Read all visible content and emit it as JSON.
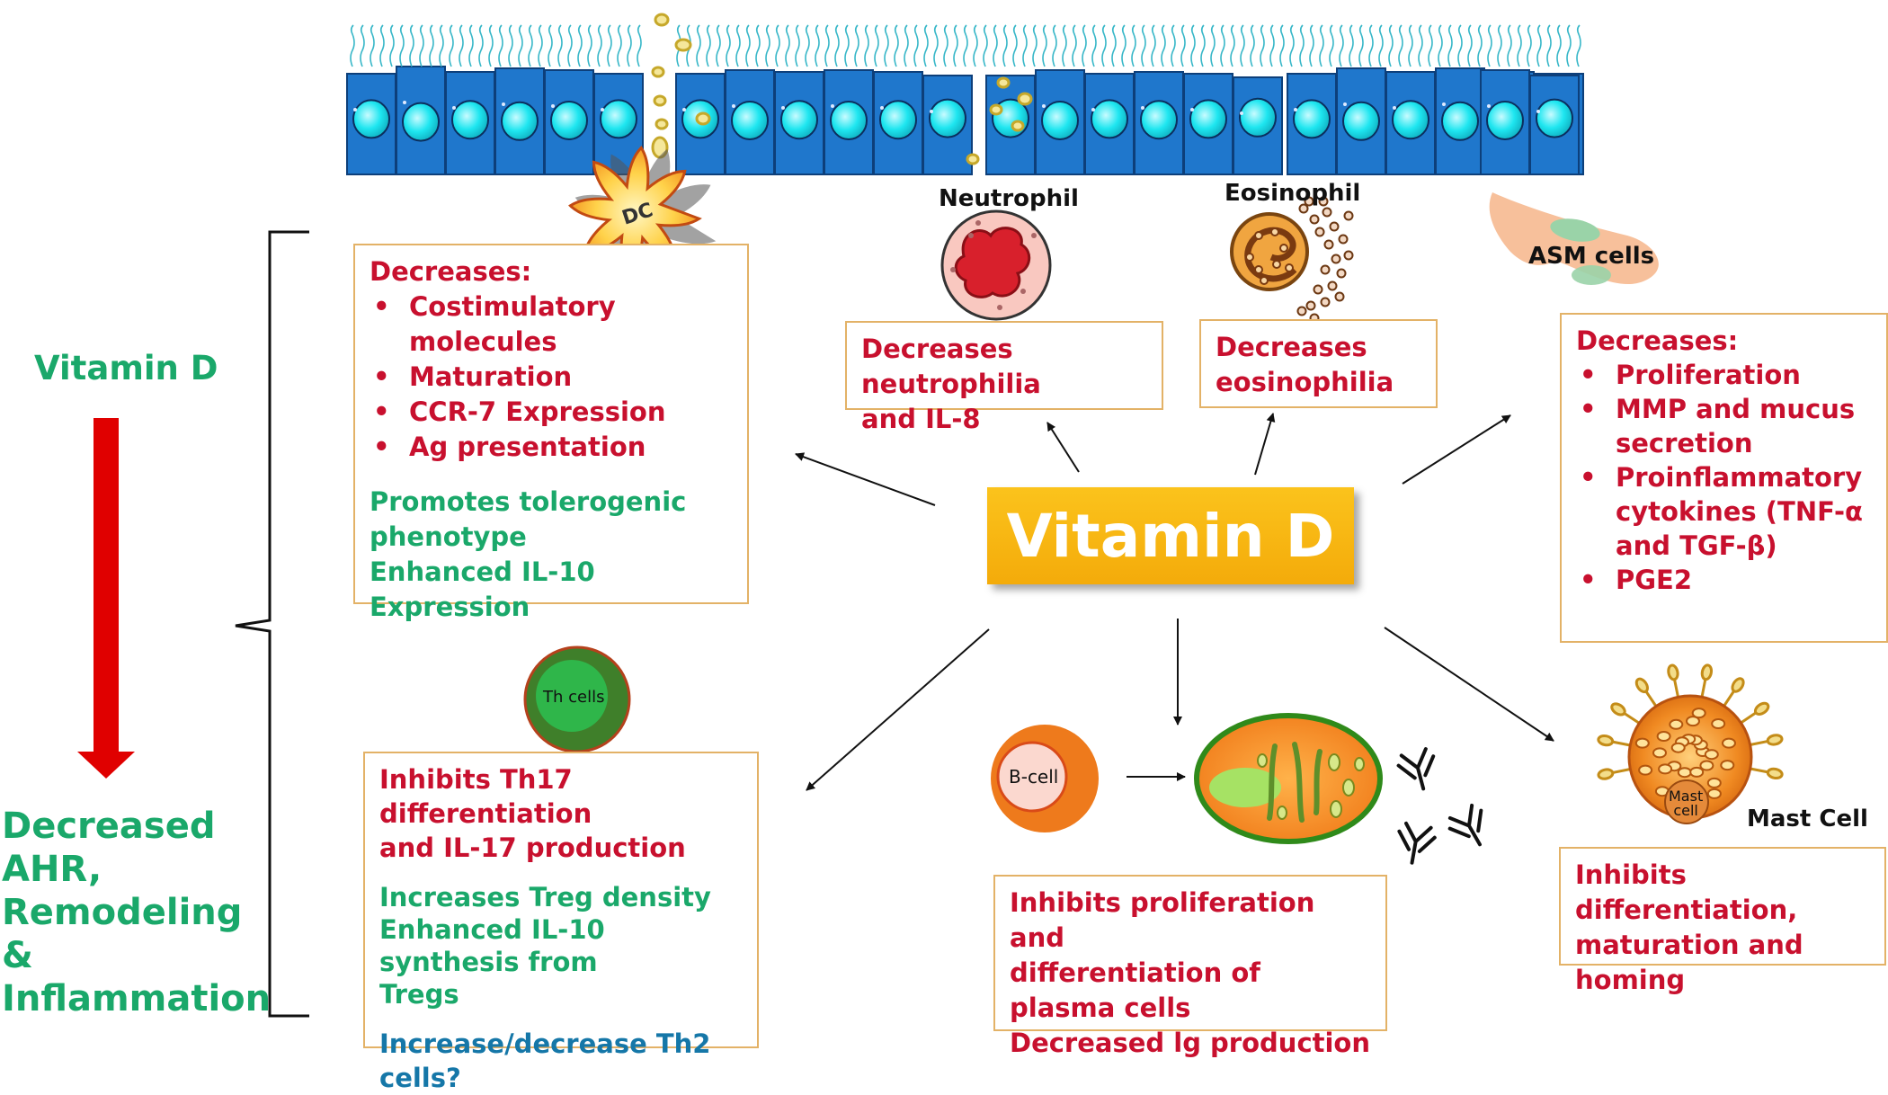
{
  "left": {
    "title": "Vitamin D",
    "outcome": [
      "Decreased",
      "AHR,",
      "Remodeling",
      "&",
      "Inflammation"
    ]
  },
  "center": {
    "label": "Vitamin D"
  },
  "cell_labels": {
    "dc": "DC",
    "neutrophil": "Neutrophil",
    "eosinophil": "Eosinophil",
    "asm": "ASM cells",
    "th": "Th cells",
    "bcell": "B-cell",
    "mast_inner": [
      "Mast",
      "cell"
    ],
    "mast": "Mast Cell"
  },
  "dc_box": {
    "heading": "Decreases:",
    "bullets": [
      "Costimulatory molecules",
      "Maturation",
      "CCR-7 Expression",
      "Ag presentation"
    ],
    "green_lines": [
      "Promotes tolerogenic",
      "phenotype",
      "Enhanced IL-10 Expression"
    ]
  },
  "neutrophil_box": {
    "lines": [
      "Decreases neutrophilia",
      "and IL-8"
    ]
  },
  "eosinophil_box": {
    "lines": [
      "Decreases",
      "eosinophilia"
    ]
  },
  "asm_box": {
    "heading": "Decreases:",
    "items": [
      [
        "Proliferation"
      ],
      [
        "MMP and mucus",
        "secretion"
      ],
      [
        "Proinflammatory",
        "cytokines (TNF-α",
        "and TGF-β)"
      ],
      [
        "PGE2"
      ]
    ]
  },
  "th_box": {
    "red_lines": [
      "Inhibits Th17 differentiation",
      "and IL-17 production"
    ],
    "green_lines": [
      "Increases Treg density",
      "Enhanced IL-10 synthesis from",
      "Tregs"
    ],
    "blue_line": "Increase/decrease Th2 cells?"
  },
  "bcell_box": {
    "lines": [
      "Inhibits proliferation and",
      "differentiation of plasma cells",
      "Decreased lg production"
    ]
  },
  "mast_box": {
    "lines": [
      "Inhibits differentiation,",
      "maturation and homing"
    ]
  },
  "colors": {
    "epithelium": "#1f77cc",
    "nucleus": "#1ee6f0",
    "arrow_left": "#e00000",
    "vitamin_box": "#fbc31c",
    "red_text": "#c8102e",
    "green_text": "#1aa86a",
    "blue_text": "#1577a8",
    "box_border": "#e3b267"
  }
}
